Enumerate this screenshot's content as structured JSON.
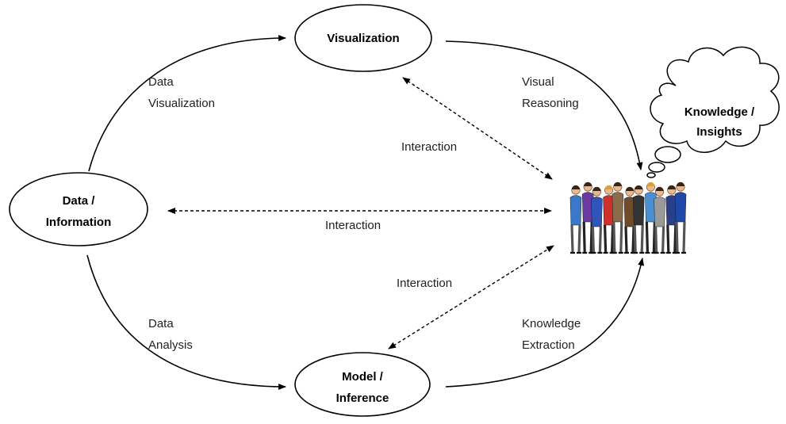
{
  "nodes": {
    "data": {
      "line1": "Data /",
      "line2": "Information"
    },
    "visualization": {
      "label": "Visualization"
    },
    "model": {
      "line1": "Model /",
      "line2": "Inference"
    },
    "knowledge": {
      "line1": "Knowledge /",
      "line2": "Insights"
    }
  },
  "edges": {
    "data_visualization": {
      "line1": "Data",
      "line2": "Visualization"
    },
    "visual_reasoning": {
      "line1": "Visual",
      "line2": "Reasoning"
    },
    "data_analysis": {
      "line1": "Data",
      "line2": "Analysis"
    },
    "knowledge_extraction": {
      "line1": "Knowledge",
      "line2": "Extraction"
    },
    "interaction_top": "Interaction",
    "interaction_middle": "Interaction",
    "interaction_bottom": "Interaction"
  },
  "people": {
    "colors": [
      "#3b78c9",
      "#6a3aa3",
      "#2f55b8",
      "#d0302c",
      "#8a6b4a",
      "#6e4b2a",
      "#333333",
      "#4a90d0",
      "#9a9a9a",
      "#2a3f8a",
      "#1f49a8"
    ]
  }
}
